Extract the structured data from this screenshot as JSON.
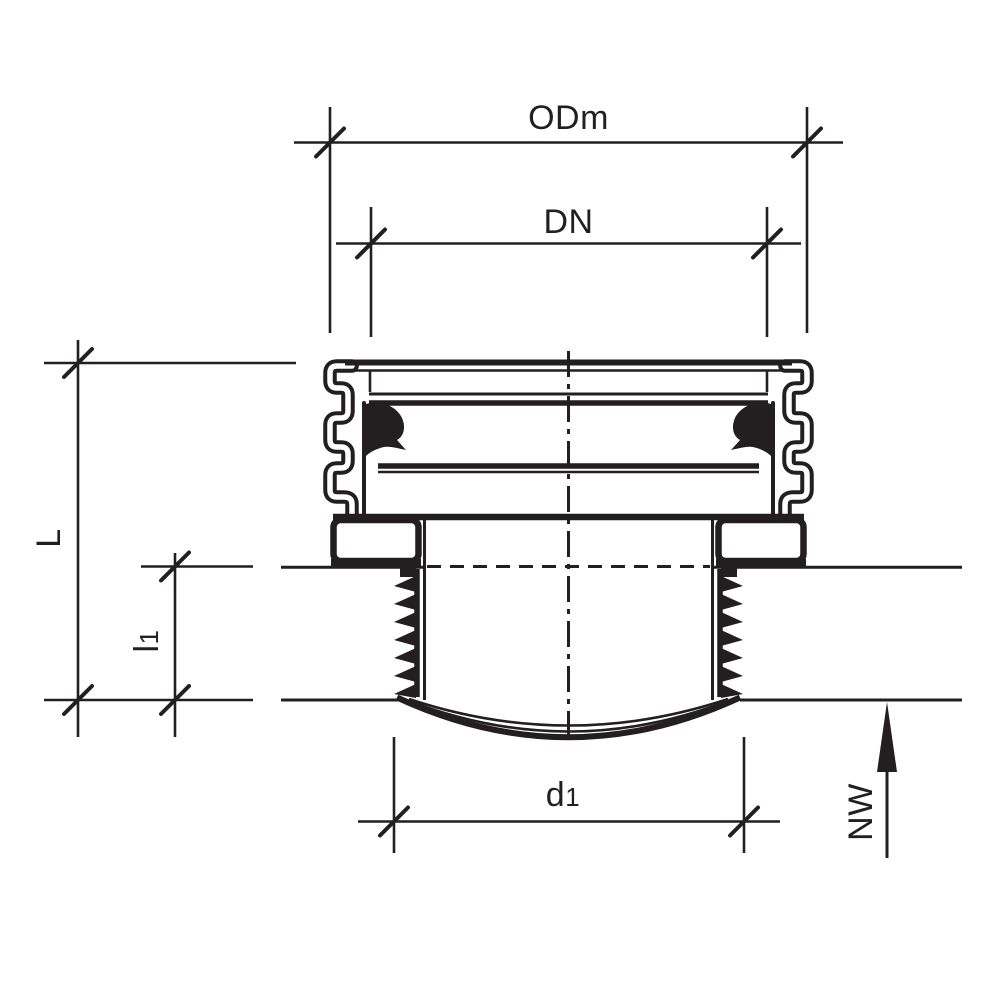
{
  "drawing": {
    "background_color": "#ffffff",
    "line_color": "#231f20",
    "dimensions": {
      "odm": {
        "label": "ODm"
      },
      "dn": {
        "label": "DN"
      },
      "L": {
        "label": "L"
      },
      "l1": {
        "base": "l",
        "sub": "1"
      },
      "d1": {
        "base": "d",
        "sub": "1"
      },
      "nw": {
        "label": "NW"
      }
    }
  }
}
